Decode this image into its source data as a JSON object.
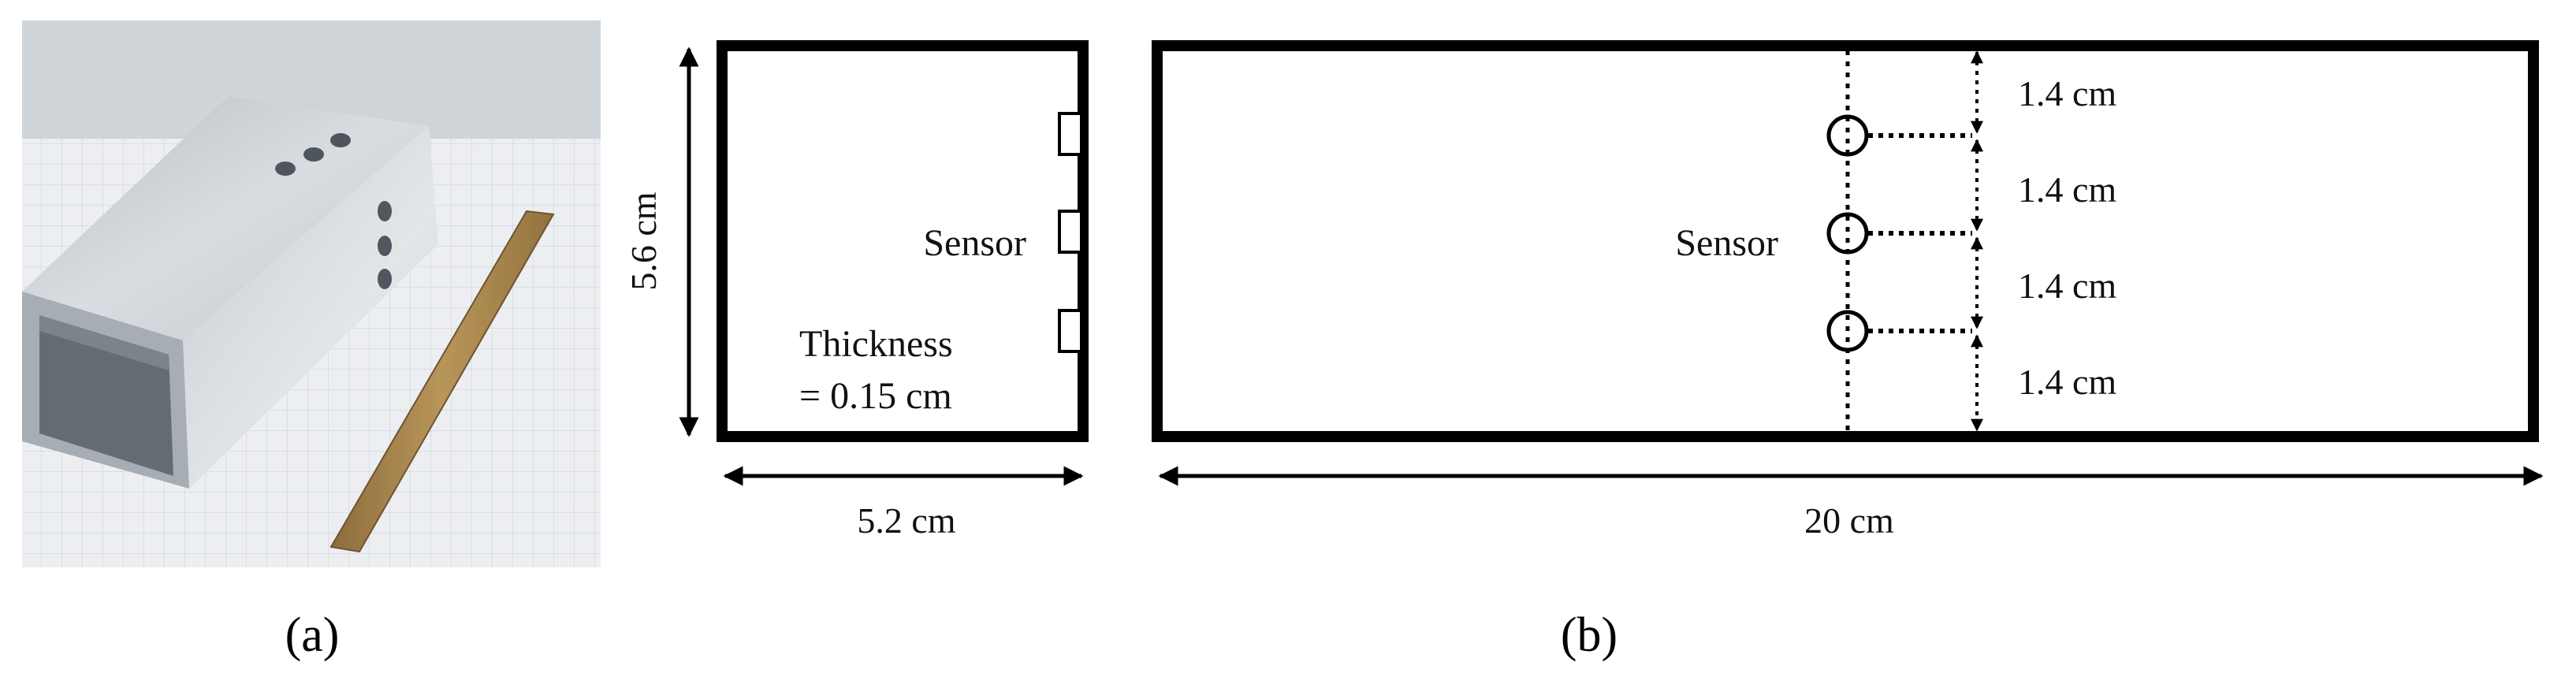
{
  "panel_a": {
    "label": "(a)",
    "photo_subject": "rectangular aluminum tube with three sensor holes on top and side, beside a wooden ruler on a grid mat"
  },
  "panel_b": {
    "label": "(b)",
    "cross_section": {
      "height_label": "5.6 cm",
      "width_label": "5.2 cm",
      "sensor_label": "Sensor",
      "thickness_label_line1": "Thickness",
      "thickness_label_line2": "= 0.15 cm"
    },
    "side_view": {
      "length_label": "20 cm",
      "sensor_label": "Sensor",
      "spacing_labels": [
        "1.4 cm",
        "1.4 cm",
        "1.4 cm",
        "1.4 cm"
      ]
    }
  },
  "colors": {
    "outline": "#000000",
    "text": "#111111",
    "aluminum_light": "#d7dbdf",
    "aluminum_dark": "#8e959c",
    "ruler": "#a8874f",
    "grid_mat": "#e9ebee"
  }
}
